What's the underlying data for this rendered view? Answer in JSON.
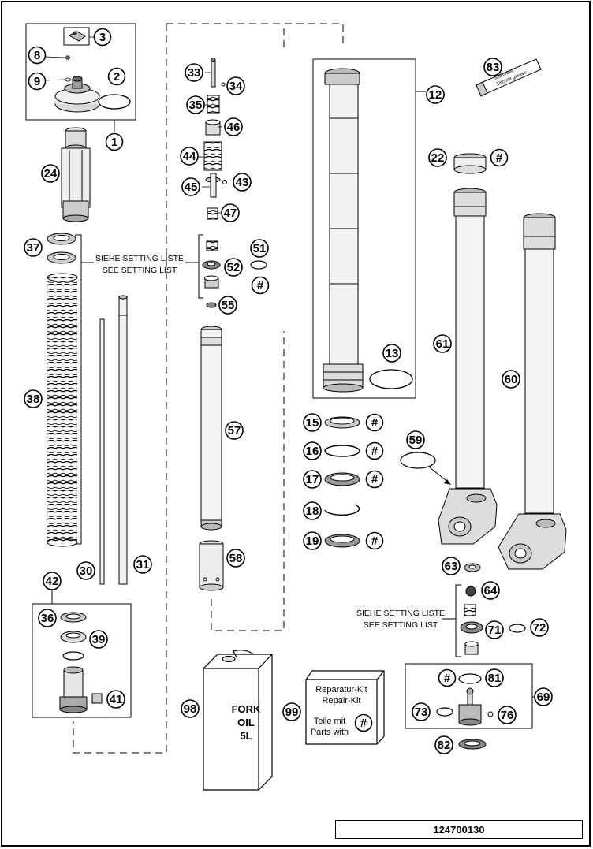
{
  "callouts": [
    "1",
    "2",
    "3",
    "8",
    "9",
    "12",
    "13",
    "15",
    "16",
    "17",
    "18",
    "19",
    "22",
    "24",
    "30",
    "31",
    "33",
    "34",
    "35",
    "36",
    "37",
    "38",
    "39",
    "41",
    "42",
    "43",
    "44",
    "45",
    "46",
    "47",
    "51",
    "52",
    "55",
    "57",
    "58",
    "59",
    "60",
    "61",
    "63",
    "64",
    "69",
    "71",
    "72",
    "73",
    "76",
    "81",
    "82",
    "83",
    "98",
    "99"
  ],
  "hash_symbol": "#",
  "setting_list_top": {
    "de": "SIEHE SETTING LISTE",
    "en": "SEE SETTING LIST"
  },
  "setting_list_bottom": {
    "de": "SIEHE SETTING LISTE",
    "en": "SEE SETTING LIST"
  },
  "repair_kit": {
    "line1": "Reparatur-Kit",
    "line2": "Repair-Kit",
    "line3": "Teile mit",
    "line4": "Parts with"
  },
  "oil_can": {
    "line1": "FORK",
    "line2": "OIL",
    "line3": "5L"
  },
  "tube_label": {
    "line1": "Silikonfett",
    "line2": "Silicone grease"
  },
  "document_number": "124700130"
}
